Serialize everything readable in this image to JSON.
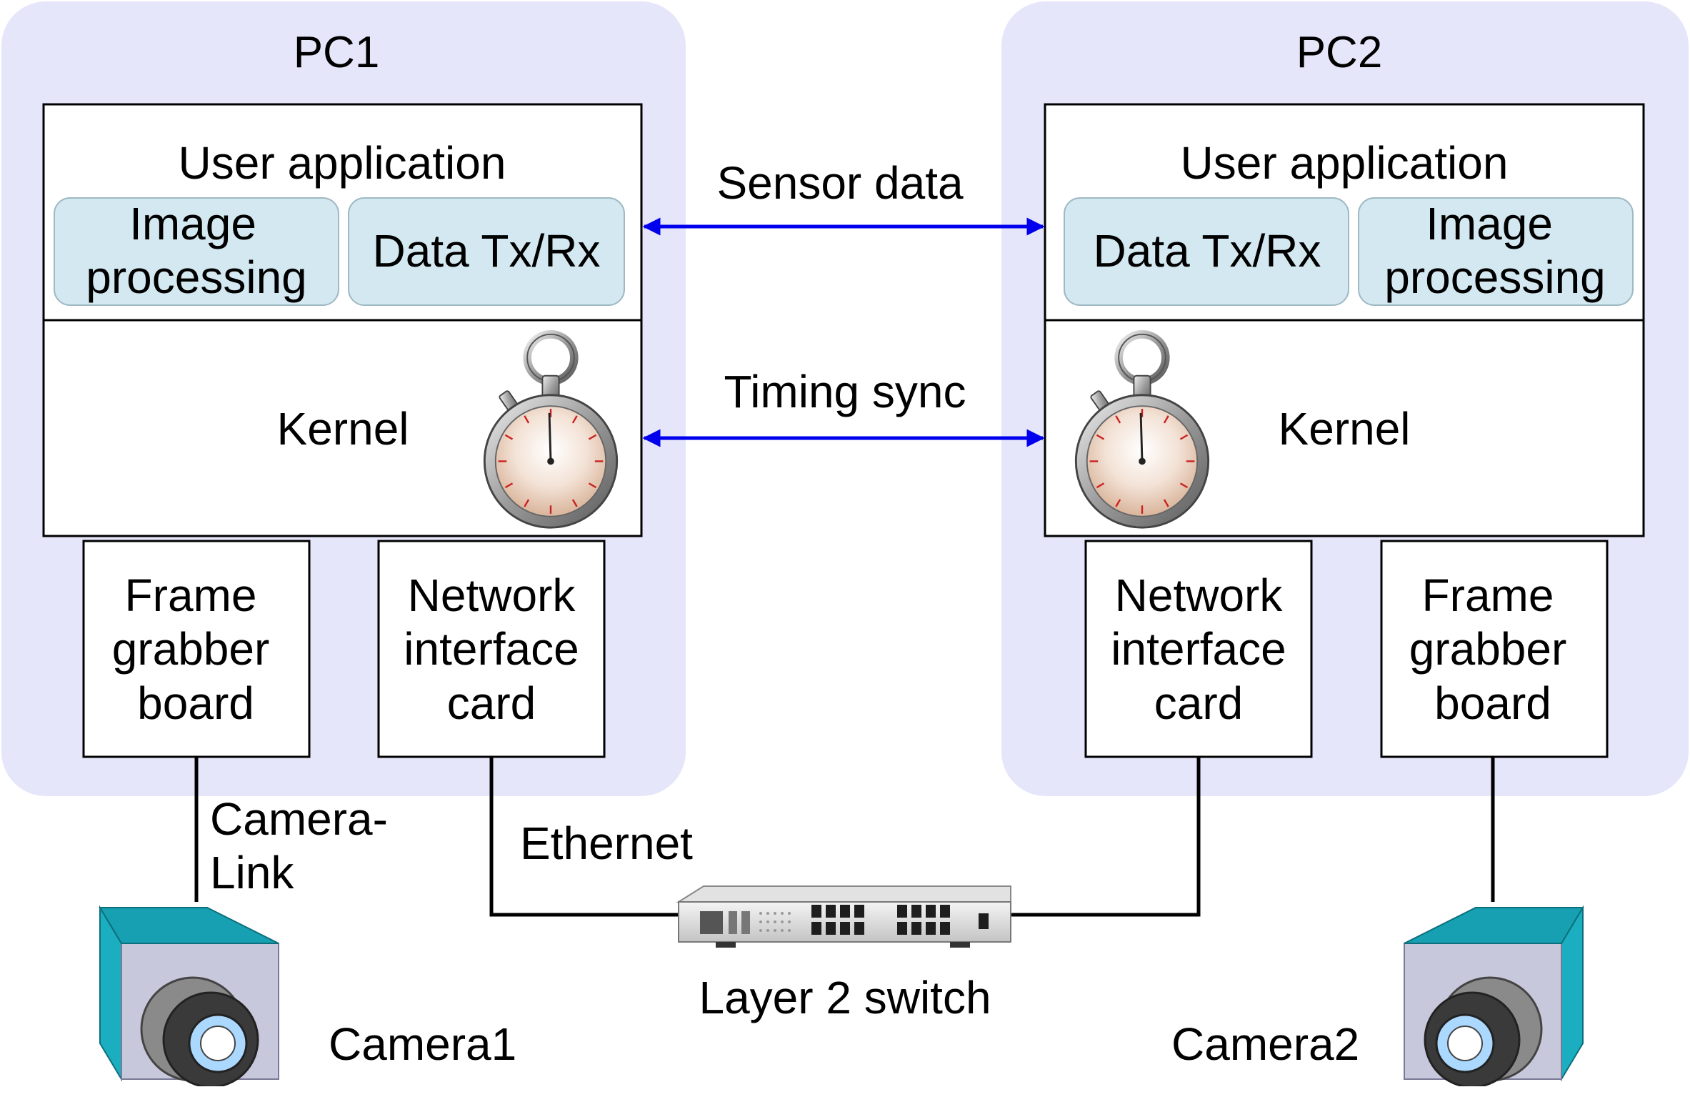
{
  "pc1": {
    "title": "PC1",
    "user_app_label": "User application",
    "image_processing": [
      "Image",
      "processing"
    ],
    "data_txrx": "Data Tx/Rx",
    "kernel": "Kernel",
    "frame_grabber": [
      "Frame",
      "grabber",
      "board"
    ],
    "nic": [
      "Network",
      "interface",
      "card"
    ]
  },
  "pc2": {
    "title": "PC2",
    "user_app_label": "User application",
    "image_processing": [
      "Image",
      "processing"
    ],
    "data_txrx": "Data Tx/Rx",
    "kernel": "Kernel",
    "frame_grabber": [
      "Frame",
      "grabber",
      "board"
    ],
    "nic": [
      "Network",
      "interface",
      "card"
    ]
  },
  "links": {
    "sensor_data": "Sensor data",
    "timing_sync": "Timing sync",
    "camera_link": [
      "Camera-",
      "Link"
    ],
    "ethernet": "Ethernet"
  },
  "devices": {
    "switch_label": "Layer 2 switch",
    "camera1": "Camera1",
    "camera2": "Camera2"
  },
  "colors": {
    "pc_background": "#e6e6fa",
    "module_fill": "#d3e8f0",
    "arrow": "#0000ee",
    "camera_teal": "#1aaec0",
    "camera_body": "#c8c8dc"
  }
}
